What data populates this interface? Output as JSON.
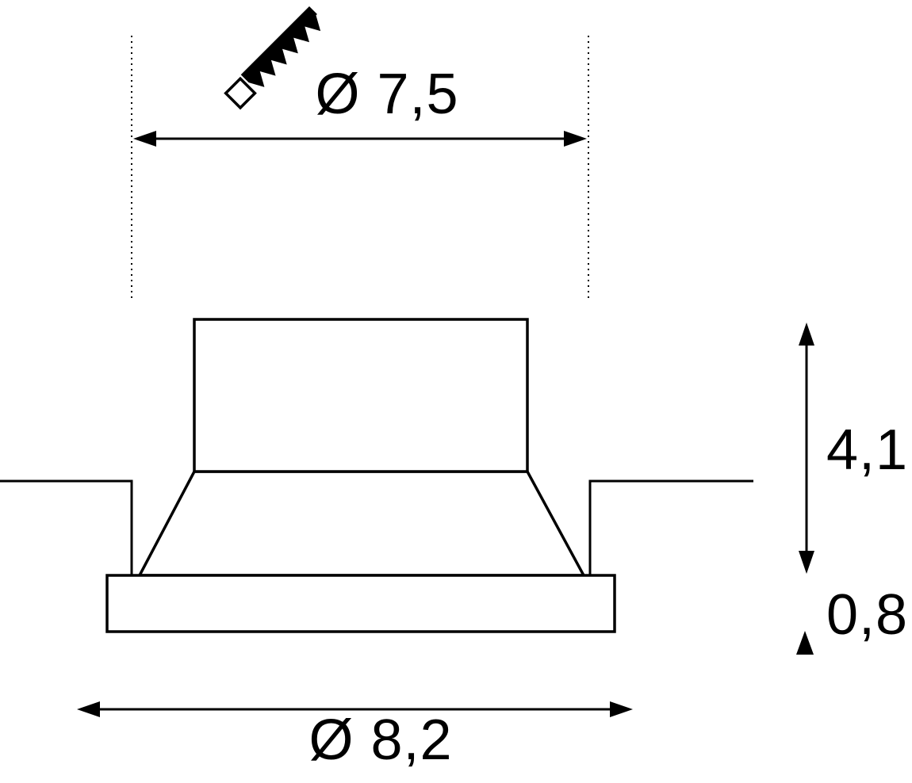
{
  "diagram": {
    "line_color": "#000000",
    "background_color": "#ffffff",
    "labels": {
      "cutout_diameter": "Ø 7,5",
      "height": "4,1",
      "flange_thickness": "0,8",
      "overall_diameter": "Ø 8,2"
    }
  }
}
